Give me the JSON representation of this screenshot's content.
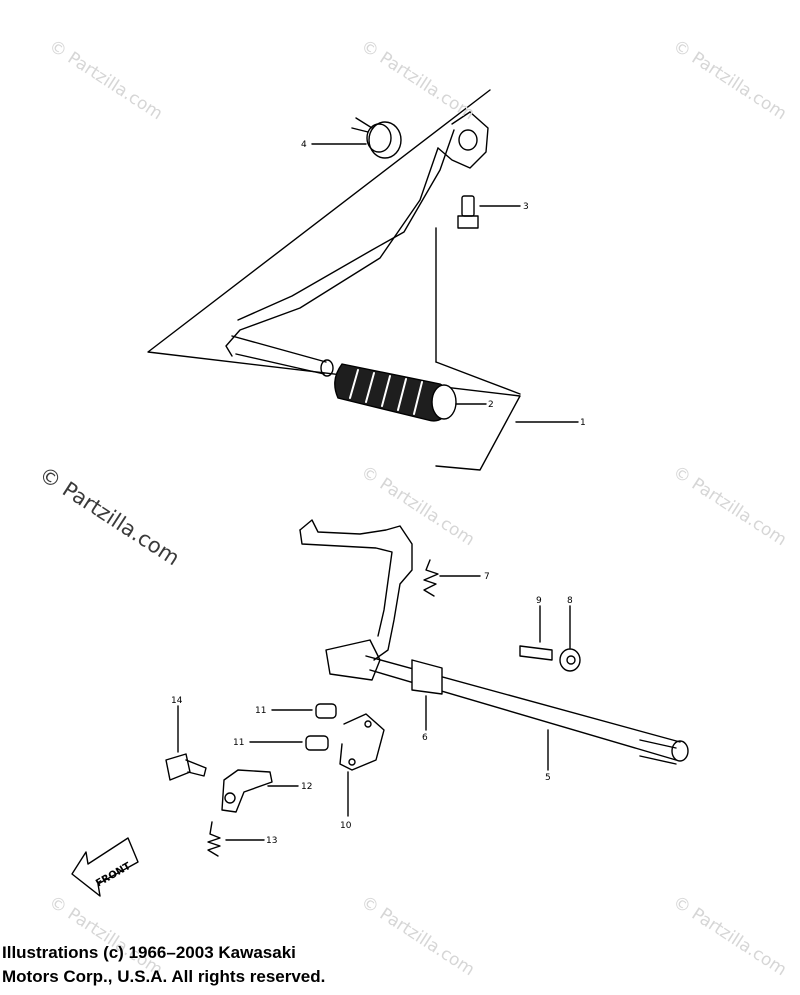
{
  "watermark": {
    "text": "© Partzilla.com"
  },
  "callouts": {
    "c1": "1",
    "c2": "2",
    "c3": "3",
    "c4": "4",
    "c5": "5",
    "c6": "6",
    "c7": "7",
    "c8": "8",
    "c9": "9",
    "c10": "10",
    "c11a": "11",
    "c11b": "11",
    "c12": "12",
    "c13": "13",
    "c14": "14"
  },
  "front_arrow": "FRONT",
  "copyright": {
    "line1": "Illustrations (c) 1966–2003 Kawasaki",
    "line2": "Motors Corp., U.S.A.  All rights reserved."
  }
}
